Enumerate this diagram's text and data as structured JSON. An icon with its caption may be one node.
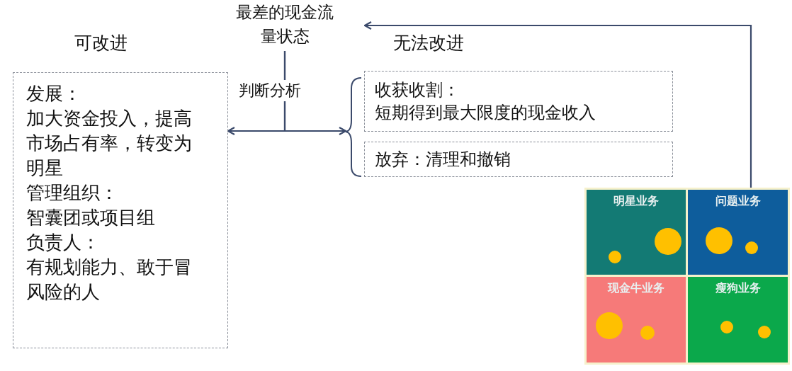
{
  "diagram": {
    "nodes": [
      {
        "text": [
          "最差的现金流量状态"
        ]
      },
      {
        "text": [
          "发展：",
          "加大资金投入，提高市场占有率，转变为明星",
          "管理组织：",
          "智囊团或项目组",
          "负责人：",
          "有规划能力、敢于冒风险的人"
        ]
      },
      {
        "text": [
          "收获收割：",
          "短期得到最大限度的现金收入"
        ]
      },
      {
        "text": [
          "放弃：清理和撤销"
        ]
      },
      {
        "text": [
          "明星业务"
        ]
      },
      {
        "text": [
          "问题业务"
        ]
      },
      {
        "text": [
          "现金牛业务"
        ]
      },
      {
        "text": [
          "瘦狗业务"
        ]
      }
    ],
    "edges": [
      {
        "from": 0,
        "to": 1,
        "arrow": "to"
      },
      {
        "from": 0,
        "to": 2,
        "arrow": "to"
      },
      {
        "from": 0,
        "to": 3,
        "arrow": "to"
      },
      {
        "from": 5,
        "to": 0,
        "arrow": "to"
      }
    ],
    "labels": [
      "可改进",
      "无法改进",
      "判断分析"
    ]
  }
}
